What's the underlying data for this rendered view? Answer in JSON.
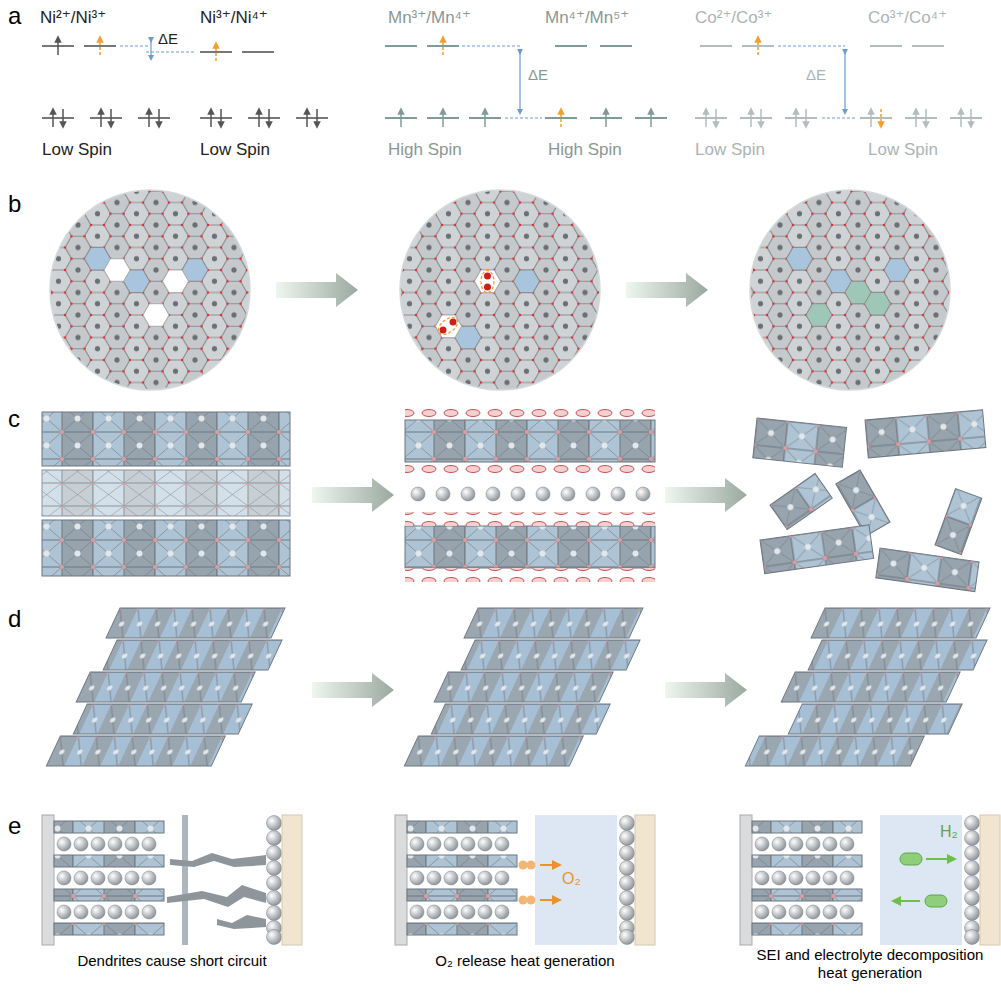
{
  "diagram": {
    "labels": [
      "a",
      "Ni²⁺/Ni³⁺",
      "Ni³⁺/Ni⁴⁺",
      "ΔE",
      "Low Spin",
      "Low Spin",
      "Mn³⁺/Mn⁴⁺",
      "Mn⁴⁺/Mn⁵⁺",
      "ΔE",
      "High Spin",
      "High Spin",
      "Co²⁺/Co³⁺",
      "Co³⁺/Co⁴⁺",
      "ΔE",
      "Low Spin",
      "Low Spin",
      "b",
      "c",
      "d",
      "e",
      "O₂",
      "H₂",
      "Dendrites cause short circuit",
      "O₂ release heat generation",
      "SEI and electrolyte decomposition heat generation"
    ]
  }
}
